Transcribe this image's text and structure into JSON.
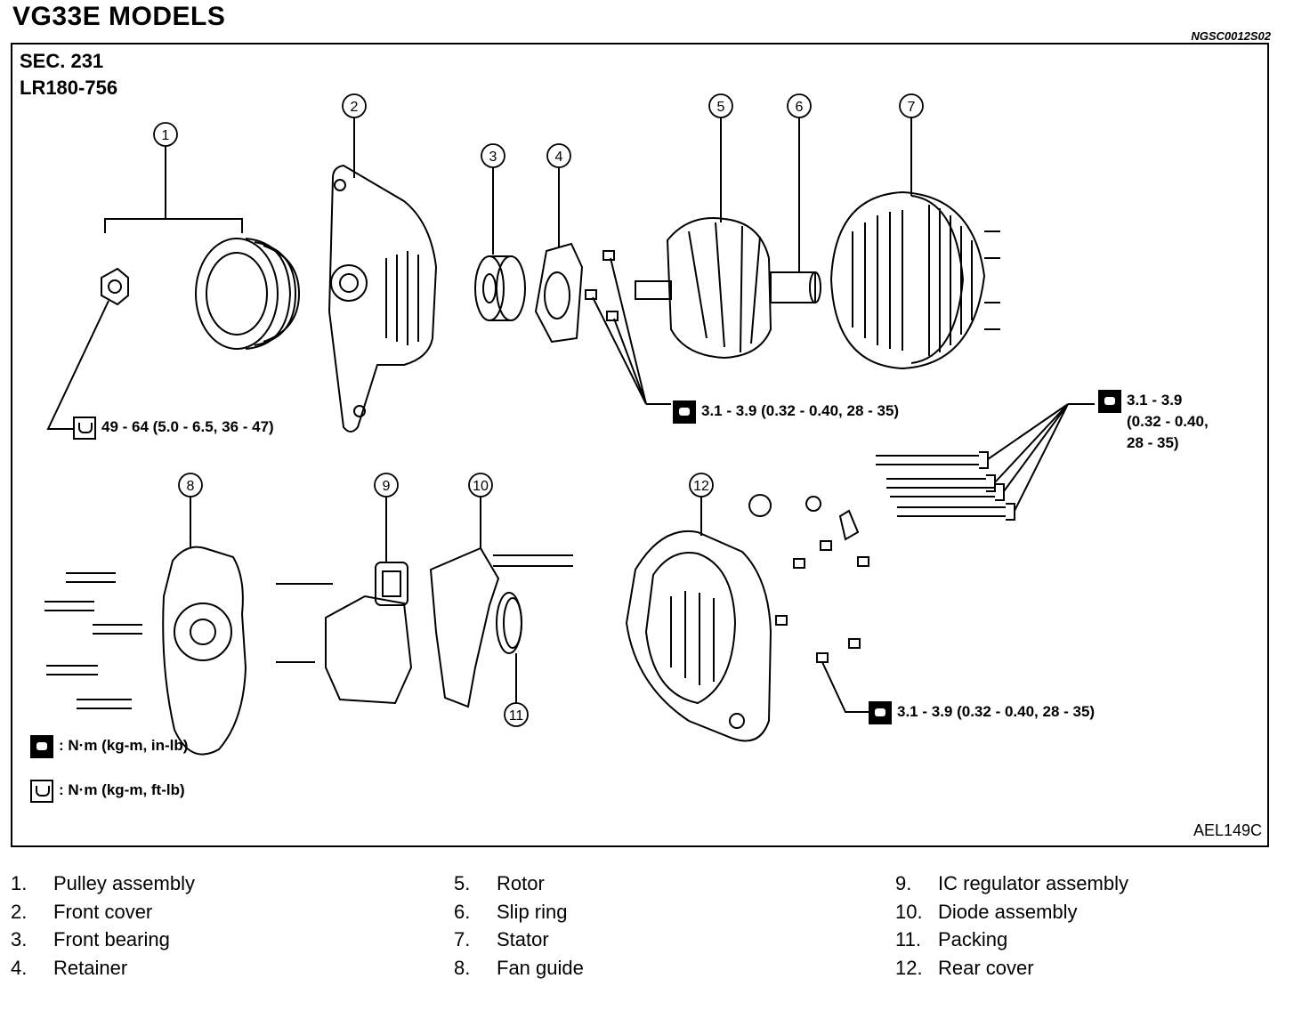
{
  "header": {
    "title": "VG33E MODELS",
    "ref_code": "NGSC0012S02"
  },
  "figure": {
    "sec_line1": "SEC. 231",
    "sec_line2": "LR180-756",
    "figure_id": "AEL149C",
    "callouts": [
      "1",
      "2",
      "3",
      "4",
      "5",
      "6",
      "7",
      "8",
      "9",
      "10",
      "11",
      "12"
    ],
    "torques": {
      "pulley_nut": "49 - 64 (5.0 - 6.5, 36 - 47)",
      "rotor_screws": "3.1 - 3.9 (0.32 - 0.40, 28 - 35)",
      "through_bolts_line1": "3.1 - 3.9",
      "through_bolts_line2": "(0.32 - 0.40,",
      "through_bolts_line3": "28 - 35)",
      "rear_cover_nuts": "3.1 - 3.9 (0.32 - 0.40, 28 - 35)"
    },
    "units_legend": [
      {
        "icon": "solid-torque-icon",
        "text": ": N·m (kg-m, in-lb)"
      },
      {
        "icon": "outline-torque-icon",
        "text": ": N·m (kg-m, ft-lb)"
      }
    ]
  },
  "parts_legend": [
    {
      "num": "1.",
      "name": "Pulley assembly"
    },
    {
      "num": "2.",
      "name": "Front cover"
    },
    {
      "num": "3.",
      "name": "Front bearing"
    },
    {
      "num": "4.",
      "name": "Retainer"
    },
    {
      "num": "5.",
      "name": "Rotor"
    },
    {
      "num": "6.",
      "name": "Slip ring"
    },
    {
      "num": "7.",
      "name": "Stator"
    },
    {
      "num": "8.",
      "name": "Fan guide"
    },
    {
      "num": "9.",
      "name": "IC regulator assembly"
    },
    {
      "num": "10.",
      "name": "Diode assembly"
    },
    {
      "num": "11.",
      "name": "Packing"
    },
    {
      "num": "12.",
      "name": "Rear cover"
    }
  ]
}
